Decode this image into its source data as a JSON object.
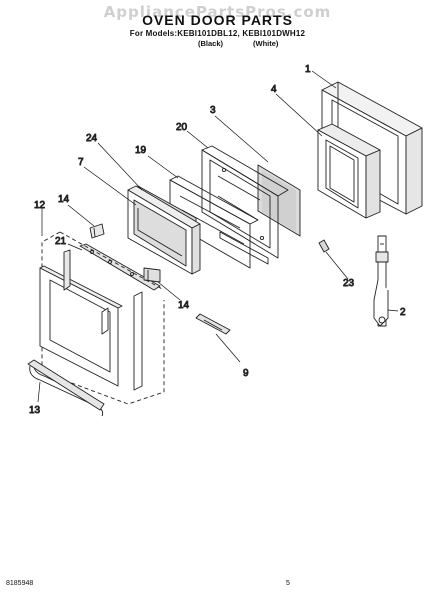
{
  "header": {
    "watermark": "AppliancePartsPros.com",
    "title": "OVEN DOOR PARTS",
    "models_line": "For Models:KEBI101DBL12, KEBI101DWH12",
    "color_black": "(Black)",
    "color_white": "(White)"
  },
  "callouts": [
    "1",
    "2",
    "3",
    "4",
    "7",
    "9",
    "12",
    "13",
    "14",
    "14",
    "19",
    "20",
    "21",
    "23",
    "24"
  ],
  "footer": {
    "doc_number": "8185948",
    "page": "5"
  }
}
